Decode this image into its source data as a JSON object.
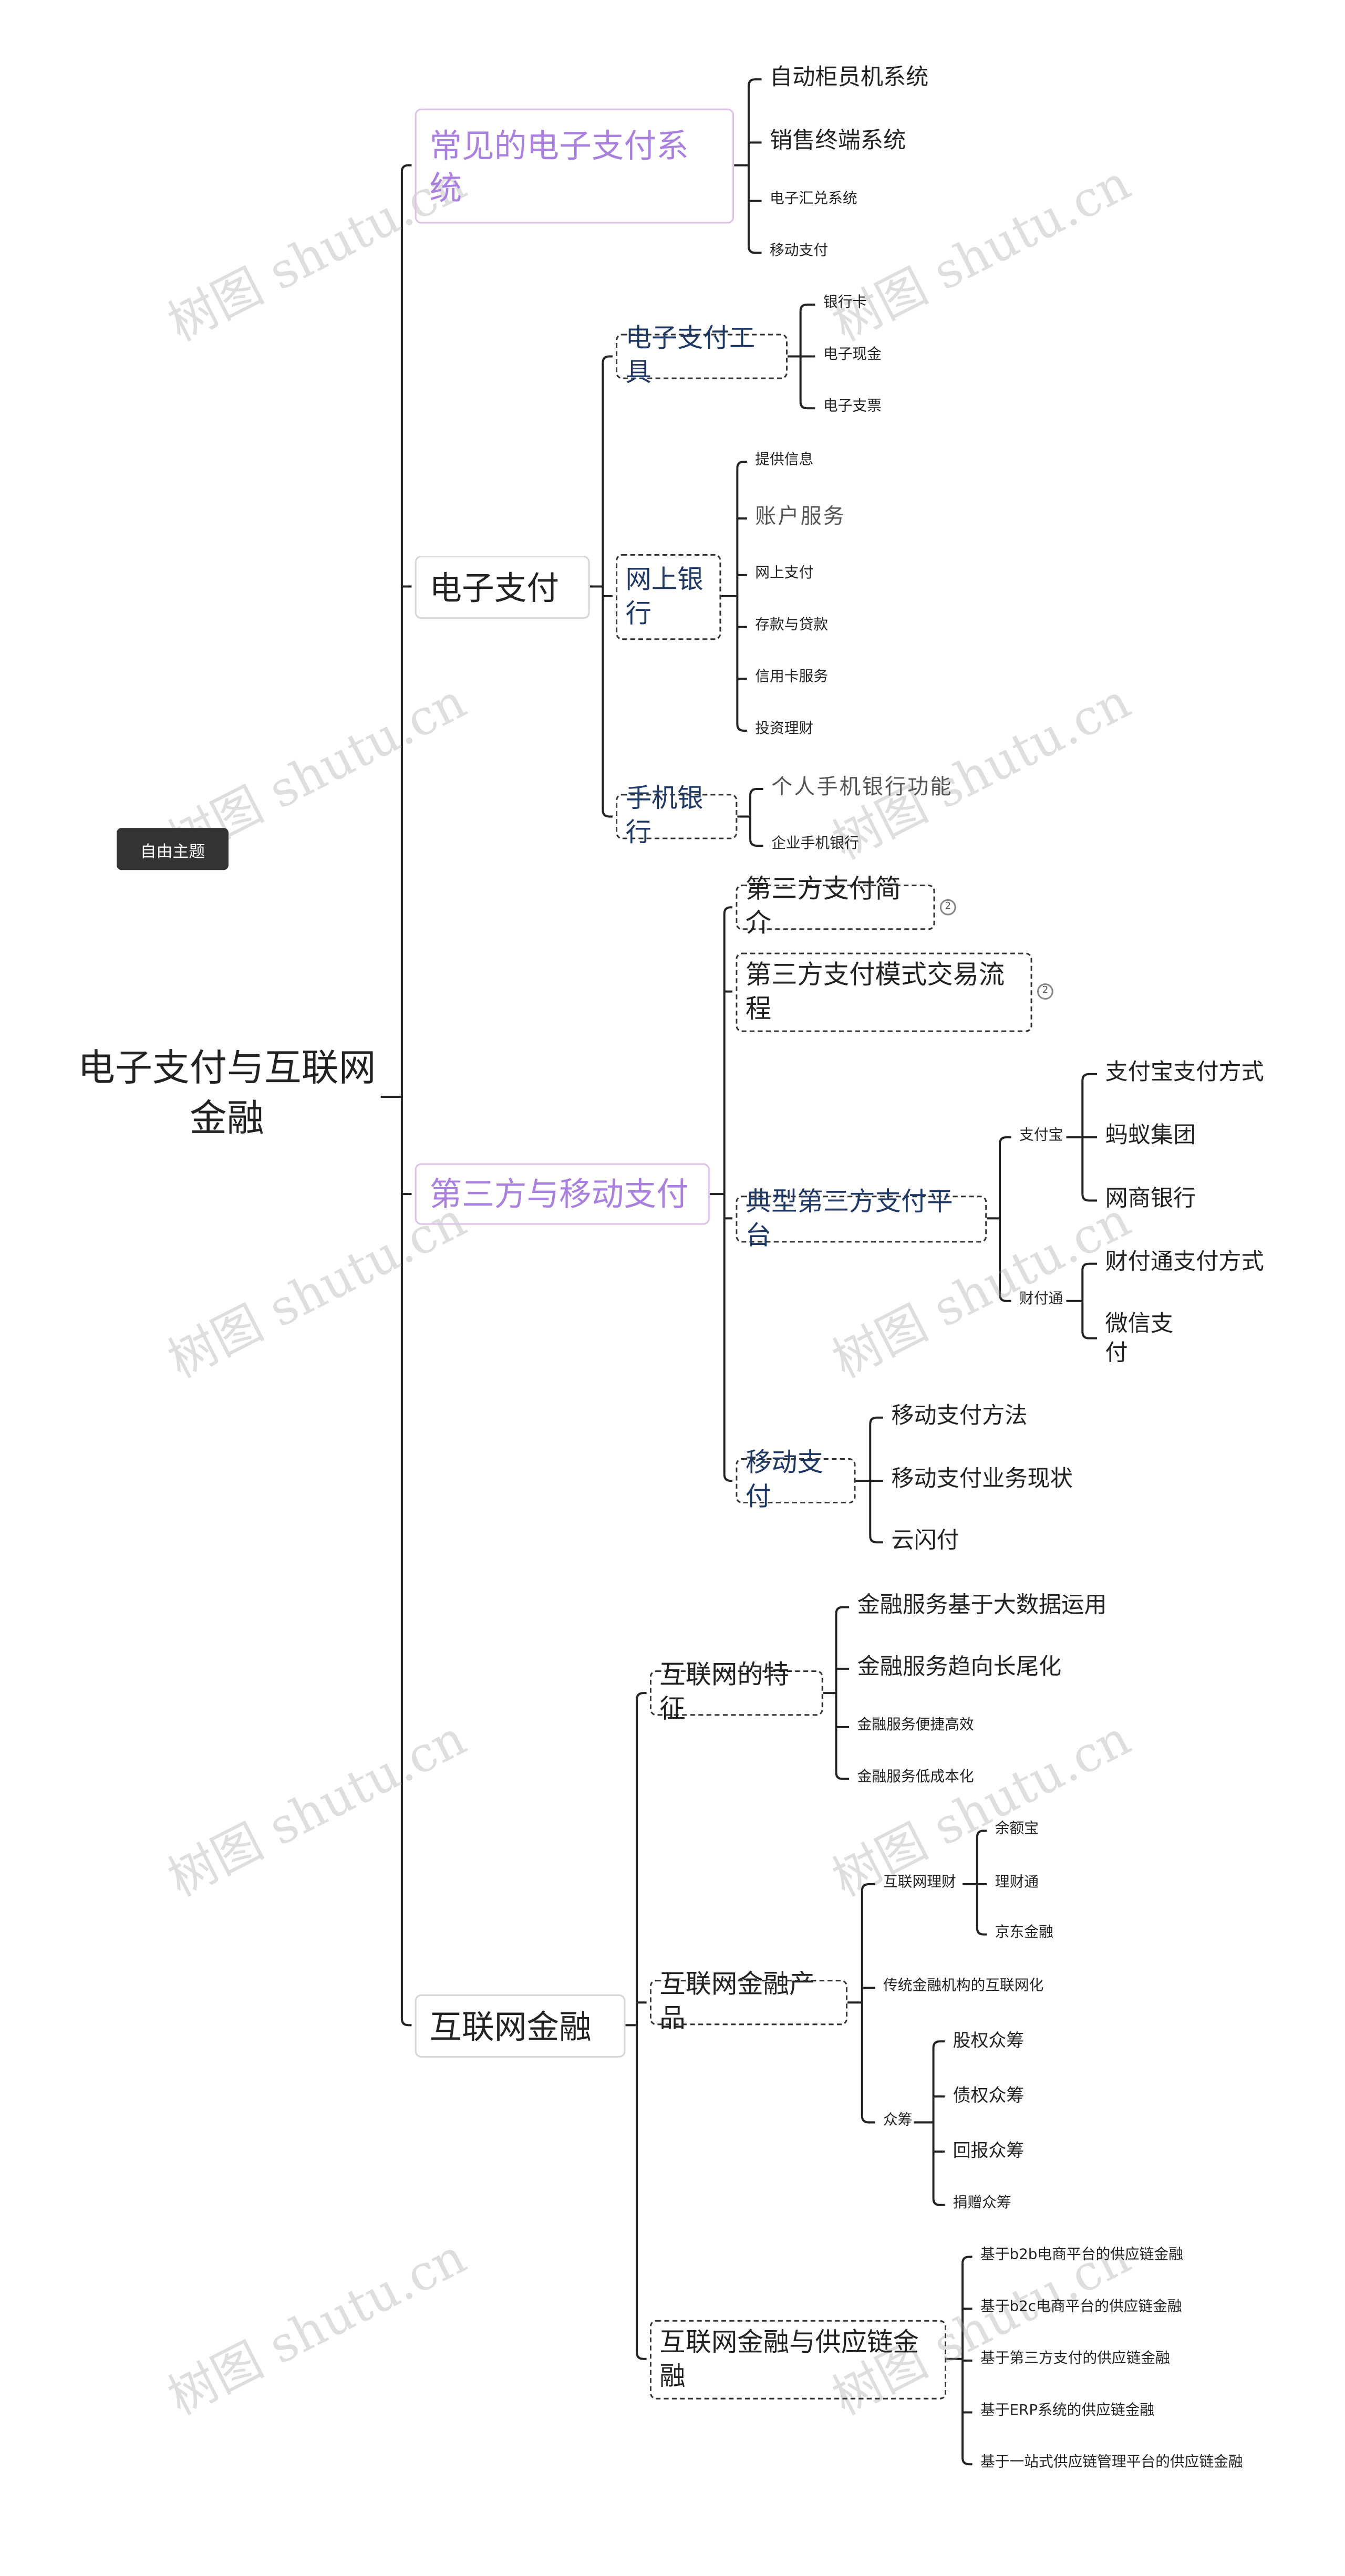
{
  "root": {
    "title": "电子支付与互联网金融"
  },
  "free_topic": "自由主题",
  "watermark": "树图 shutu.cn",
  "colors": {
    "purple_text": "#a980dd",
    "navy_text": "#1f3864",
    "line": "#222222"
  },
  "branches": [
    {
      "label": "常见的电子支付系统",
      "children": [
        "自动柜员机系统",
        "销售终端系统",
        "电子汇兑系统",
        "移动支付"
      ]
    },
    {
      "label": "电子支付",
      "children": [
        {
          "label": "电子支付工具",
          "children": [
            "银行卡",
            "电子现金",
            "电子支票"
          ]
        },
        {
          "label": "网上银行",
          "children": [
            "提供信息",
            "账户服务",
            "网上支付",
            "存款与贷款",
            "信用卡服务",
            "投资理财"
          ]
        },
        {
          "label": "手机银行",
          "children": [
            "个人手机银行功能",
            "企业手机银行"
          ]
        }
      ]
    },
    {
      "label": "第三方与移动支付",
      "children": [
        {
          "label": "第三方支付简介",
          "badge": "2"
        },
        {
          "label": "第三方支付模式交易流程",
          "badge": "2"
        },
        {
          "label": "典型第三方支付平台",
          "children": [
            {
              "label": "支付宝",
              "children": [
                "支付宝支付方式",
                "蚂蚁集团",
                "网商银行"
              ]
            },
            {
              "label": "财付通",
              "children": [
                "财付通支付方式",
                "微信支付"
              ]
            }
          ]
        },
        {
          "label": "移动支付",
          "children": [
            "移动支付方法",
            "移动支付业务现状",
            "云闪付"
          ]
        }
      ]
    },
    {
      "label": "互联网金融",
      "children": [
        {
          "label": "互联网的特征",
          "children": [
            "金融服务基于大数据运用",
            "金融服务趋向长尾化",
            "金融服务便捷高效",
            "金融服务低成本化"
          ]
        },
        {
          "label": "互联网金融产品",
          "children": [
            {
              "label": "互联网理财",
              "children": [
                "余额宝",
                "理财通",
                "京东金融"
              ]
            },
            {
              "label": "传统金融机构的互联网化"
            },
            {
              "label": "众筹",
              "children": [
                "股权众筹",
                "债权众筹",
                "回报众筹",
                "捐赠众筹"
              ]
            }
          ]
        },
        {
          "label": "互联网金融与供应链金融",
          "children": [
            "基于b2b电商平台的供应链金融",
            "基于b2c电商平台的供应链金融",
            "基于第三方支付的供应链金融",
            "基于ERP系统的供应链金融",
            "基于一站式供应链管理平台的供应链金融"
          ]
        }
      ]
    }
  ]
}
